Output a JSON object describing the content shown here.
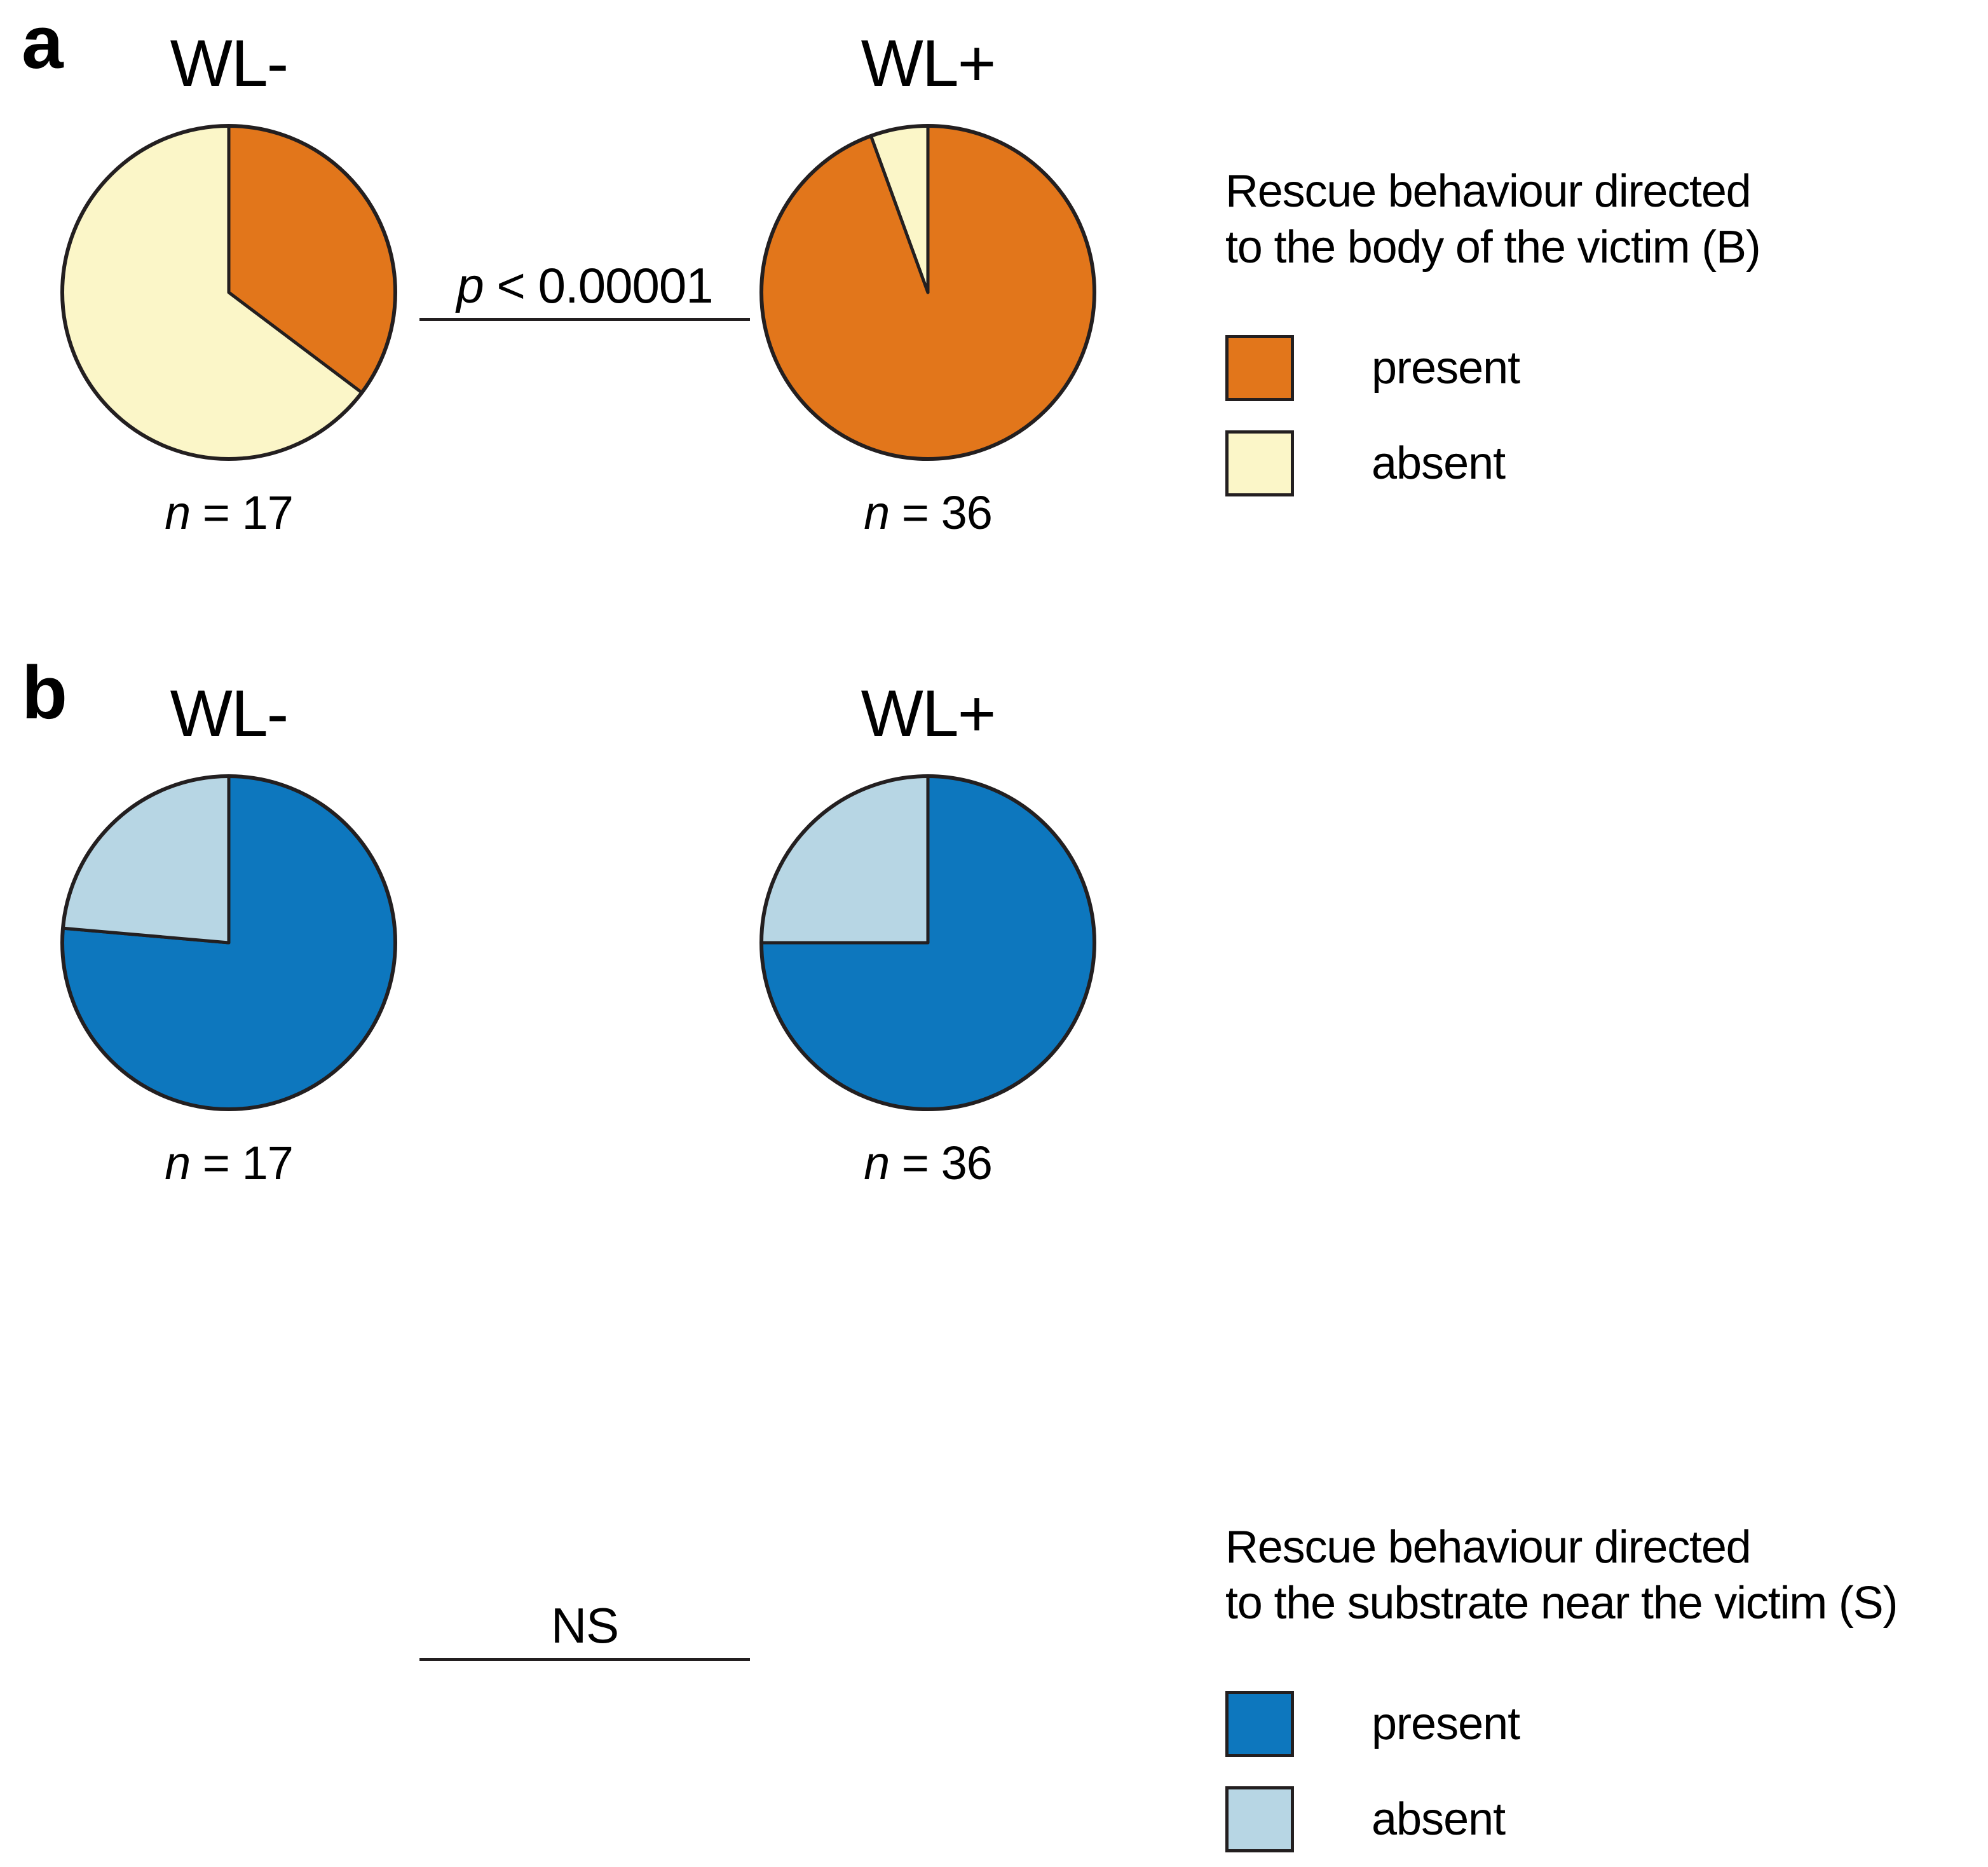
{
  "colors": {
    "orange": "#E2761B",
    "pale_yellow": "#FBF6C8",
    "blue": "#0D77BE",
    "light_blue": "#B7D6E4",
    "outline": "#231f20",
    "background": "#FFFFFF"
  },
  "panels": [
    {
      "letter": "a",
      "significance": {
        "prefix_italic": "p",
        "text": " < 0.00001"
      },
      "groups": [
        {
          "title": "WL-",
          "n_prefix": "n",
          "n_text": " = 17",
          "n_value": 17
        },
        {
          "title": "WL+",
          "n_prefix": "n",
          "n_text": " = 36",
          "n_value": 36
        }
      ],
      "legend": {
        "title": "Rescue behaviour directed\nto the body of the victim (B)",
        "items": [
          {
            "label": "present",
            "color": "#E2761B"
          },
          {
            "label": "absent",
            "color": "#FBF6C8"
          }
        ]
      }
    },
    {
      "letter": "b",
      "significance": {
        "prefix_italic": "",
        "text": "NS"
      },
      "groups": [
        {
          "title": "WL-",
          "n_prefix": "n",
          "n_text": " = 17",
          "n_value": 17
        },
        {
          "title": "WL+",
          "n_prefix": "n",
          "n_text": " = 36",
          "n_value": 36
        }
      ],
      "legend": {
        "title": "Rescue behaviour directed\nto the substrate near the victim (S)",
        "items": [
          {
            "label": "present",
            "color": "#0D77BE"
          },
          {
            "label": "absent",
            "color": "#B7D6E4"
          }
        ]
      }
    }
  ],
  "chart_data": [
    {
      "type": "pie",
      "panel": "a",
      "title": "Rescue behaviour directed to the body of the victim (B)",
      "group": "WL-",
      "n": 17,
      "labels": [
        "present",
        "absent"
      ],
      "values": [
        6,
        11
      ],
      "percent": [
        35.3,
        64.7
      ],
      "start_angle_deg": [
        0,
        127
      ],
      "end_angle_deg": [
        127,
        360
      ],
      "colors": [
        "#E2761B",
        "#FBF6C8"
      ],
      "legend_position": "right",
      "annotation": "p < 0.00001"
    },
    {
      "type": "pie",
      "panel": "a",
      "title": "Rescue behaviour directed to the body of the victim (B)",
      "group": "WL+",
      "n": 36,
      "labels": [
        "present",
        "absent"
      ],
      "values": [
        34,
        2
      ],
      "percent": [
        94.4,
        5.6
      ],
      "start_angle_deg": [
        0,
        340
      ],
      "end_angle_deg": [
        340,
        360
      ],
      "colors": [
        "#E2761B",
        "#FBF6C8"
      ],
      "legend_position": "right",
      "annotation": "p < 0.00001"
    },
    {
      "type": "pie",
      "panel": "b",
      "title": "Rescue behaviour directed to the substrate near the victim (S)",
      "group": "WL-",
      "n": 17,
      "labels": [
        "present",
        "absent"
      ],
      "values": [
        13,
        4
      ],
      "percent": [
        76.5,
        23.5
      ],
      "start_angle_deg": [
        0,
        275
      ],
      "end_angle_deg": [
        275,
        360
      ],
      "colors": [
        "#0D77BE",
        "#B7D6E4"
      ],
      "legend_position": "right",
      "annotation": "NS"
    },
    {
      "type": "pie",
      "panel": "b",
      "title": "Rescue behaviour directed to the substrate near the victim (S)",
      "group": "WL+",
      "n": 36,
      "labels": [
        "present",
        "absent"
      ],
      "values": [
        27,
        9
      ],
      "percent": [
        75.0,
        25.0
      ],
      "start_angle_deg": [
        0,
        270
      ],
      "end_angle_deg": [
        270,
        360
      ],
      "colors": [
        "#0D77BE",
        "#B7D6E4"
      ],
      "legend_position": "right",
      "annotation": "NS"
    }
  ]
}
